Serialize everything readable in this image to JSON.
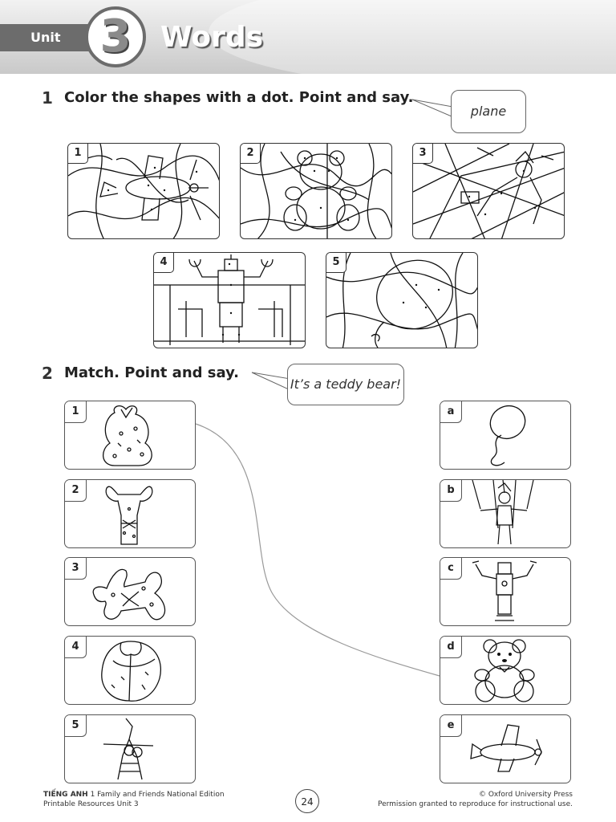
{
  "header": {
    "unit_label": "Unit",
    "unit_number": "3",
    "title": "Words"
  },
  "exercise1": {
    "number": "1",
    "instruction": "Color the shapes with a dot. Point and say.",
    "bubble": "plane",
    "panels": [
      {
        "label": "1",
        "icon": "plane-puzzle-icon"
      },
      {
        "label": "2",
        "icon": "teddy-bear-puzzle-icon"
      },
      {
        "label": "3",
        "icon": "puppet-puzzle-icon"
      },
      {
        "label": "4",
        "icon": "robot-puzzle-icon"
      },
      {
        "label": "5",
        "icon": "balloon-puzzle-icon"
      }
    ]
  },
  "exercise2": {
    "number": "2",
    "instruction": "Match. Point and say.",
    "bubble": "It’s a teddy bear!",
    "left": [
      {
        "label": "1",
        "icon": "wrapped-teddy-bear-icon"
      },
      {
        "label": "2",
        "icon": "wrapped-robot-icon"
      },
      {
        "label": "3",
        "icon": "wrapped-plane-icon"
      },
      {
        "label": "4",
        "icon": "wrapped-balloon-icon"
      },
      {
        "label": "5",
        "icon": "wrapped-puppet-icon"
      }
    ],
    "right": [
      {
        "label": "a",
        "icon": "balloon-icon"
      },
      {
        "label": "b",
        "icon": "puppet-icon"
      },
      {
        "label": "c",
        "icon": "robot-icon"
      },
      {
        "label": "d",
        "icon": "teddy-bear-icon"
      },
      {
        "label": "e",
        "icon": "plane-icon"
      }
    ]
  },
  "footer": {
    "brand": "TIẾNG ANH",
    "book": "1 Family and Friends National Edition",
    "resource": "Printable Resources Unit 3",
    "page": "24",
    "publisher": "© Oxford University Press",
    "permission": "Permission granted to reproduce for instructional use."
  }
}
